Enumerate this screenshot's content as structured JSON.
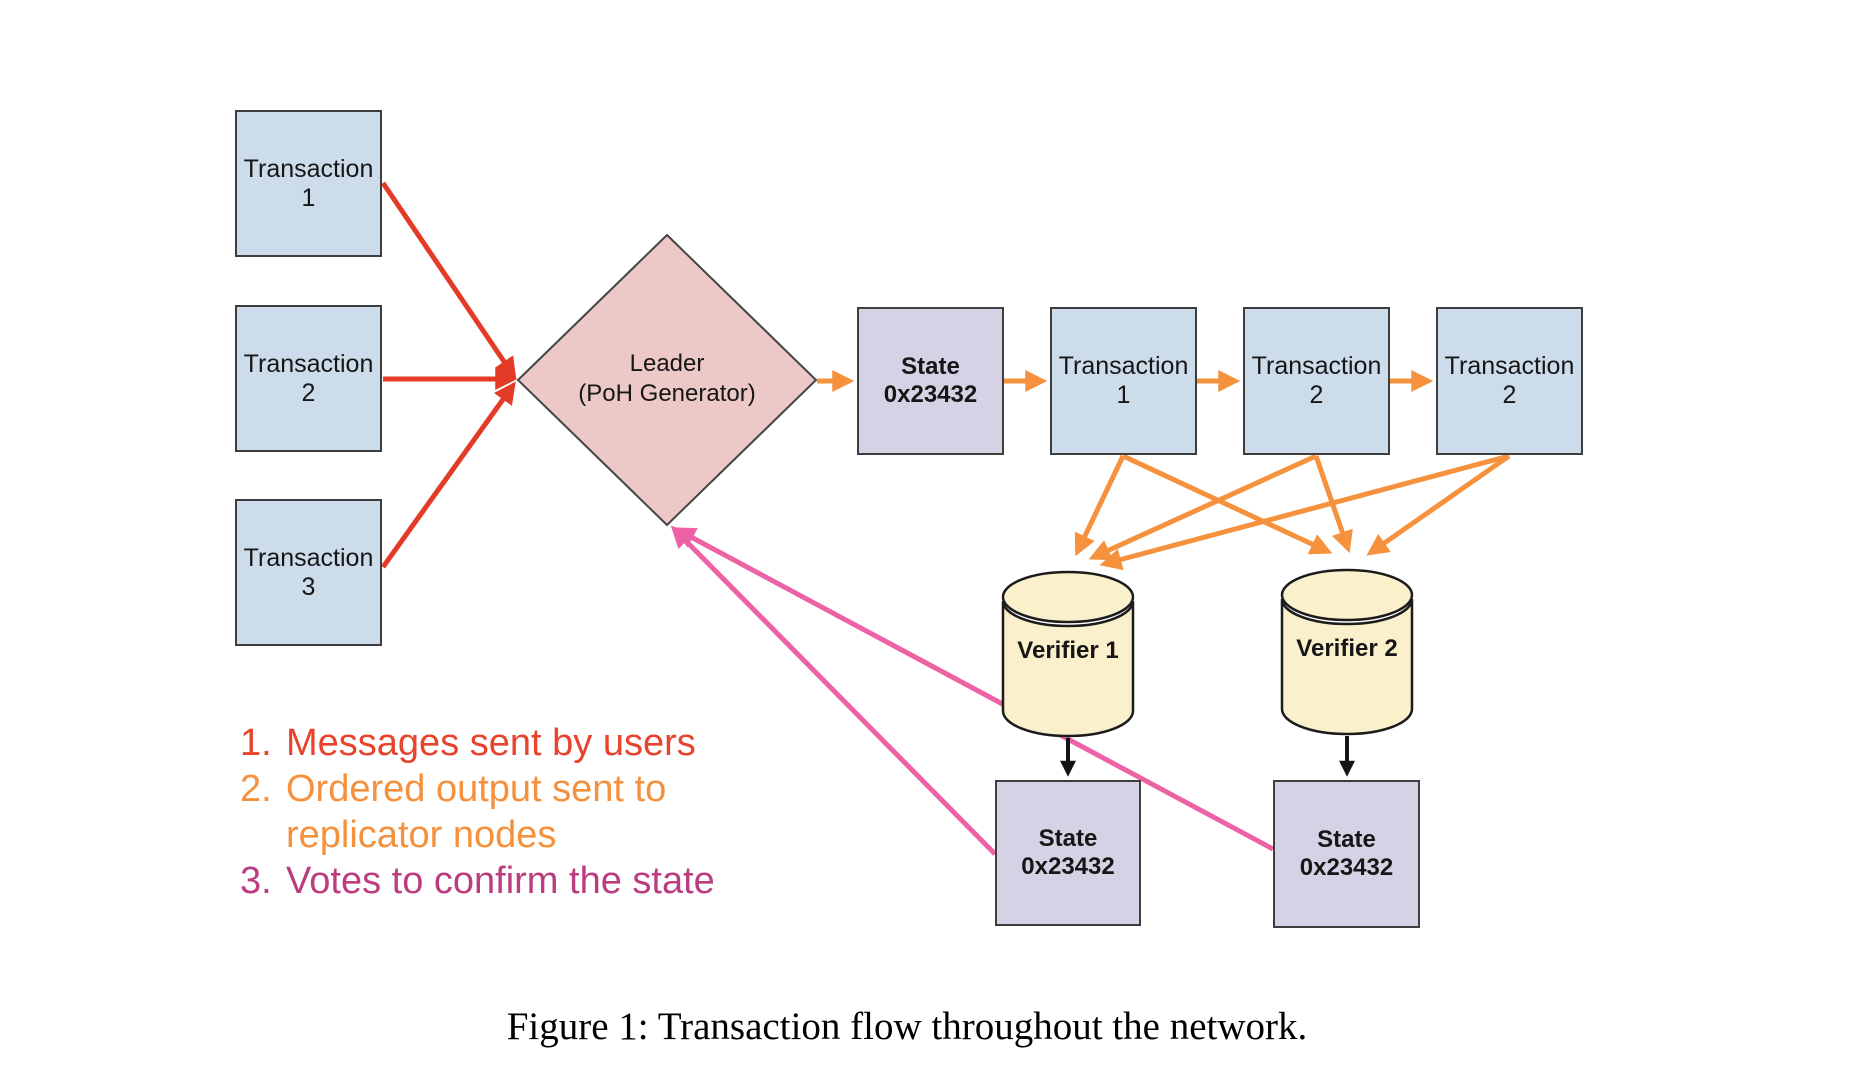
{
  "figure": {
    "caption": "Figure 1: Transaction flow throughout the network."
  },
  "diagram": {
    "user_transactions": [
      {
        "name": "Transaction",
        "num": "1"
      },
      {
        "name": "Transaction",
        "num": "2"
      },
      {
        "name": "Transaction",
        "num": "3"
      }
    ],
    "leader": {
      "title": "Leader",
      "subtitle": "(PoH Generator)"
    },
    "poh_chain": [
      {
        "name": "State",
        "num": "0x23432"
      },
      {
        "name": "Transaction",
        "num": "1"
      },
      {
        "name": "Transaction",
        "num": "2"
      },
      {
        "name": "Transaction",
        "num": "2"
      }
    ],
    "verifiers": [
      "Verifier 1",
      "Verifier 2"
    ],
    "verifier_states": [
      {
        "name": "State",
        "num": "0x23432"
      },
      {
        "name": "State",
        "num": "0x23432"
      }
    ],
    "legend": [
      {
        "number": "1.",
        "text": "Messages sent by users"
      },
      {
        "number": "2.",
        "text": "Ordered output sent to replicator nodes"
      },
      {
        "number": "3.",
        "text": "Votes to confirm the state"
      }
    ],
    "colors": {
      "user_messages_arrow": "#e43b29",
      "ordered_output_arrow": "#f6923d",
      "votes_arrow": "#ec62a5",
      "legend_votes_text": "#bc3c80",
      "transaction_box_fill": "#cddcea",
      "leader_diamond_fill": "#ecc9c7",
      "state_box_fill": "#d7d1e6",
      "verifier_cylinder_fill": "#faf0cc"
    }
  }
}
